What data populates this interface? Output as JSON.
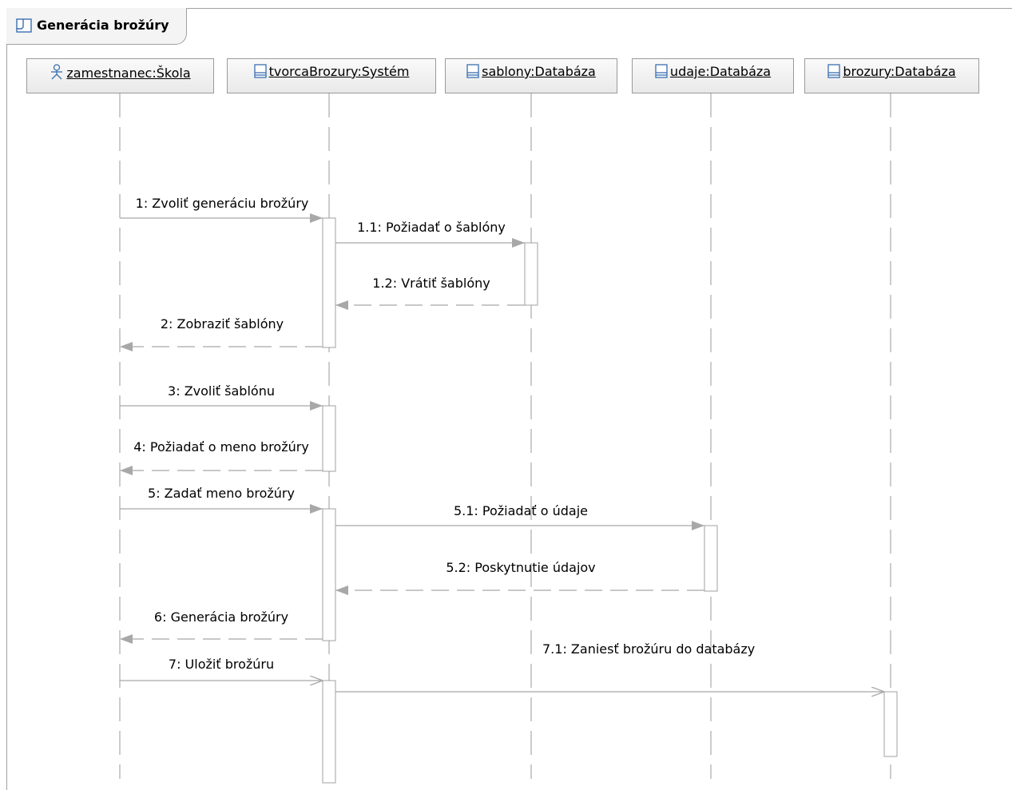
{
  "frame": {
    "title": "Generácia brožúry"
  },
  "lifelines": [
    {
      "label": "zamestnanec:Škola",
      "icon": "actor-icon"
    },
    {
      "label": "tvorcaBrozury:Systém",
      "icon": "class-icon"
    },
    {
      "label": "sablony:Databáza",
      "icon": "class-icon"
    },
    {
      "label": "udaje:Databáza",
      "icon": "class-icon"
    },
    {
      "label": "brozury:Databáza",
      "icon": "class-icon"
    }
  ],
  "messages": [
    {
      "label": "1: Zvoliť generáciu brožúry",
      "from": 0,
      "to": 1,
      "kind": "sync"
    },
    {
      "label": "1.1: Požiadať o šablóny",
      "from": 1,
      "to": 2,
      "kind": "sync"
    },
    {
      "label": "1.2: Vrátiť šablóny",
      "from": 2,
      "to": 1,
      "kind": "reply"
    },
    {
      "label": "2: Zobraziť šablóny",
      "from": 1,
      "to": 0,
      "kind": "reply"
    },
    {
      "label": "3: Zvoliť šablónu",
      "from": 0,
      "to": 1,
      "kind": "sync"
    },
    {
      "label": "4: Požiadať o meno brožúry",
      "from": 1,
      "to": 0,
      "kind": "reply"
    },
    {
      "label": "5: Zadať meno brožúry",
      "from": 0,
      "to": 1,
      "kind": "sync"
    },
    {
      "label": "5.1: Požiadať o údaje",
      "from": 1,
      "to": 3,
      "kind": "sync"
    },
    {
      "label": "5.2: Poskytnutie údajov",
      "from": 3,
      "to": 1,
      "kind": "reply"
    },
    {
      "label": "6: Generácia brožúry",
      "from": 1,
      "to": 0,
      "kind": "reply"
    },
    {
      "label": "7: Uložiť brožúru",
      "from": 0,
      "to": 1,
      "kind": "async"
    },
    {
      "label": "7.1: Zaniesť brožúru do databázy",
      "from": 1,
      "to": 4,
      "kind": "async"
    }
  ]
}
